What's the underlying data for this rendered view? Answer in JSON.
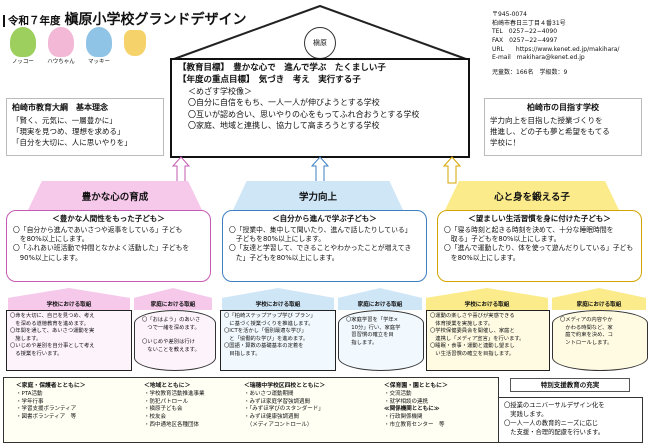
{
  "header": {
    "title_prefix": "令和７年度",
    "title": "槇原小学校グランドデザイン"
  },
  "mascots": [
    {
      "name": "ノッコー"
    },
    {
      "name": "ハウちゃん"
    },
    {
      "name": "マッキー"
    }
  ],
  "school_info": {
    "postal": "〒945-0074",
    "address": "柏崎市春日三丁目４番31号",
    "tel": "TEL　0257−22−4090",
    "fax": "FAX　0257−22−4997",
    "url": "URL　　https://www.kenet.ed.jp/makihara/",
    "email": "E-mail　makihara@kenet.ed.jp",
    "stats": "児童数：166名　学級数：9"
  },
  "seal": "槇原",
  "goals": {
    "education_goal": "【教育目標】　豊かな心で　進んで学ぶ　たくましい子",
    "focus_goal": "【年度の重点目標】　気づき　考え　実行する子",
    "school_image_heading": "＜めざす学校像＞",
    "school_images": [
      "〇自分に自信をもち、一人一人が伸びようとする学校",
      "〇互いが認め合い、思いやりの心をもってふれ合おうとする学校",
      "〇家庭、地域と連携し、協力して高まろうとする学校"
    ]
  },
  "left_side": {
    "heading": "柏崎市教育大綱　基本理念",
    "lines": [
      "「賢く、元気に、一層豊かに」",
      "「現実を見つめ、理想を求める」",
      "「自分を大切に、人に思いやりを」"
    ]
  },
  "right_side": {
    "heading": "柏崎市の目指す学校",
    "lines": [
      "学力向上を目指した授業づくりを",
      "推進し、どの子も夢と希望をもてる",
      "学校に！"
    ]
  },
  "pillars": [
    {
      "title": "豊かな心の育成",
      "color": "#f6c8ea",
      "border": "#c45ab3",
      "subheading": "＜豊かな人間性をもった子ども＞",
      "items": [
        "〇「自分から進んであいさつや返事をしている」子ども",
        "　を80%以上にします。",
        "〇「ふれあい班活動で仲間となかよく活動した」子どもを",
        "　90%以上にします。"
      ],
      "school": {
        "label": "学校における取組",
        "items": [
          "〇命を大切に、自己を見つめ、考え",
          "　を深める道徳教育を進めます。",
          "〇年間を通して、あいさつ運動を実",
          "　施します。",
          "〇いじめや差別を自分事として考え",
          "　る授業を行います。"
        ]
      },
      "home": {
        "label": "家庭における取組",
        "items": [
          "〇「おはよう」のあいさ",
          "　つで一緒を深めます。",
          "",
          "〇いじめや差別は行け",
          "　ないことを教えます。"
        ]
      }
    },
    {
      "title": "学力向上",
      "color": "#cfe6f7",
      "border": "#3d7fc1",
      "subheading": "＜自分から進んで学ぶ子ども＞",
      "items": [
        "〇「授業中、集中して聞いたり、進んで話したりしている」",
        "　子どもを80%以上にします。",
        "〇「友達と学習して、できることやわかったことが増えてき",
        "　た」子どもを80%以上にします。"
      ],
      "school": {
        "label": "学校における取組",
        "items": [
          "〇「柏崎ステップアップ学び プラン」",
          "　に基づく授業づくりを推進します。",
          "〇ICTを活かし「個別最適な学び」",
          "　と「協働的な学び」を進めます。",
          "〇国語・算数の基礎基本の定着を",
          "　目指します。"
        ]
      },
      "home": {
        "label": "家庭における取組",
        "items": [
          "〇家庭学習を「学年×",
          "　10分」行い、家庭学",
          "　習習慣の確立を目",
          "　指します。"
        ]
      }
    },
    {
      "title": "心と身を鍛える子",
      "color": "#fbeb8a",
      "border": "#d3a400",
      "subheading": "＜望ましい生活習慣を身に付けた子ども＞",
      "items": [
        "〇「寝る時刻と起きる時刻を決めて、十分な睡眠時間を",
        "　取る」子どもを80%以上にします。",
        "〇「進んで運動したり、体を使って遊んだりしている」子ども",
        "　を80%以上にします。"
      ],
      "school": {
        "label": "学校における取組",
        "items": [
          "〇運動の楽しさや喜びが実感できる",
          "　体育授業を実施します。",
          "〇学校保健委員会を開催し、家庭と",
          "　連携し「メディア宣言」を行います。",
          "〇睡眠・食事・運動と連動し望まし",
          "　い生活習慣の確立を目指します。"
        ]
      },
      "home": {
        "label": "家庭における取組",
        "items": [
          "〇メディアの内容やか",
          "　かわる時間など、家",
          "　庭で約束を決め、コ",
          "　ントロールします。"
        ]
      }
    }
  ],
  "community": [
    {
      "heading": "＜家庭・保護者とともに＞",
      "items": [
        "・PTA活動",
        "・学年行事",
        "・学習支援ボランティア",
        "・図書ボランティア　等"
      ]
    },
    {
      "heading": "＜地域とともに＞",
      "items": [
        "・学校教育活動推進事業",
        "・防犯パトロール",
        "・槇原子ども会",
        "・校友会",
        "・西中通地区各種団体"
      ]
    },
    {
      "heading": "＜瑞穂中学校区四校とともに＞",
      "items": [
        "・あいさつ運動期間",
        "・みずほ家庭学習強調週間",
        "・「みずほ学びのスタンダード」",
        "・みずほ健康強調週間",
        "　（メディアコントロール）"
      ]
    },
    {
      "heading": "＜保育園・園とともに＞",
      "items": [
        "・交流活動",
        "・就学相談の連携",
        "≪関係機関とともに≫",
        "・行政関係機関",
        "・市立教育センター　等"
      ]
    }
  ],
  "special_support": {
    "heading": "特別支援教育の充実",
    "items": [
      "〇授業のユニバーサルデザイン化を",
      "　実践します。",
      "〇一人一人の教育的ニーズに応じ",
      "　た支援・合理的配慮を行います。"
    ]
  }
}
